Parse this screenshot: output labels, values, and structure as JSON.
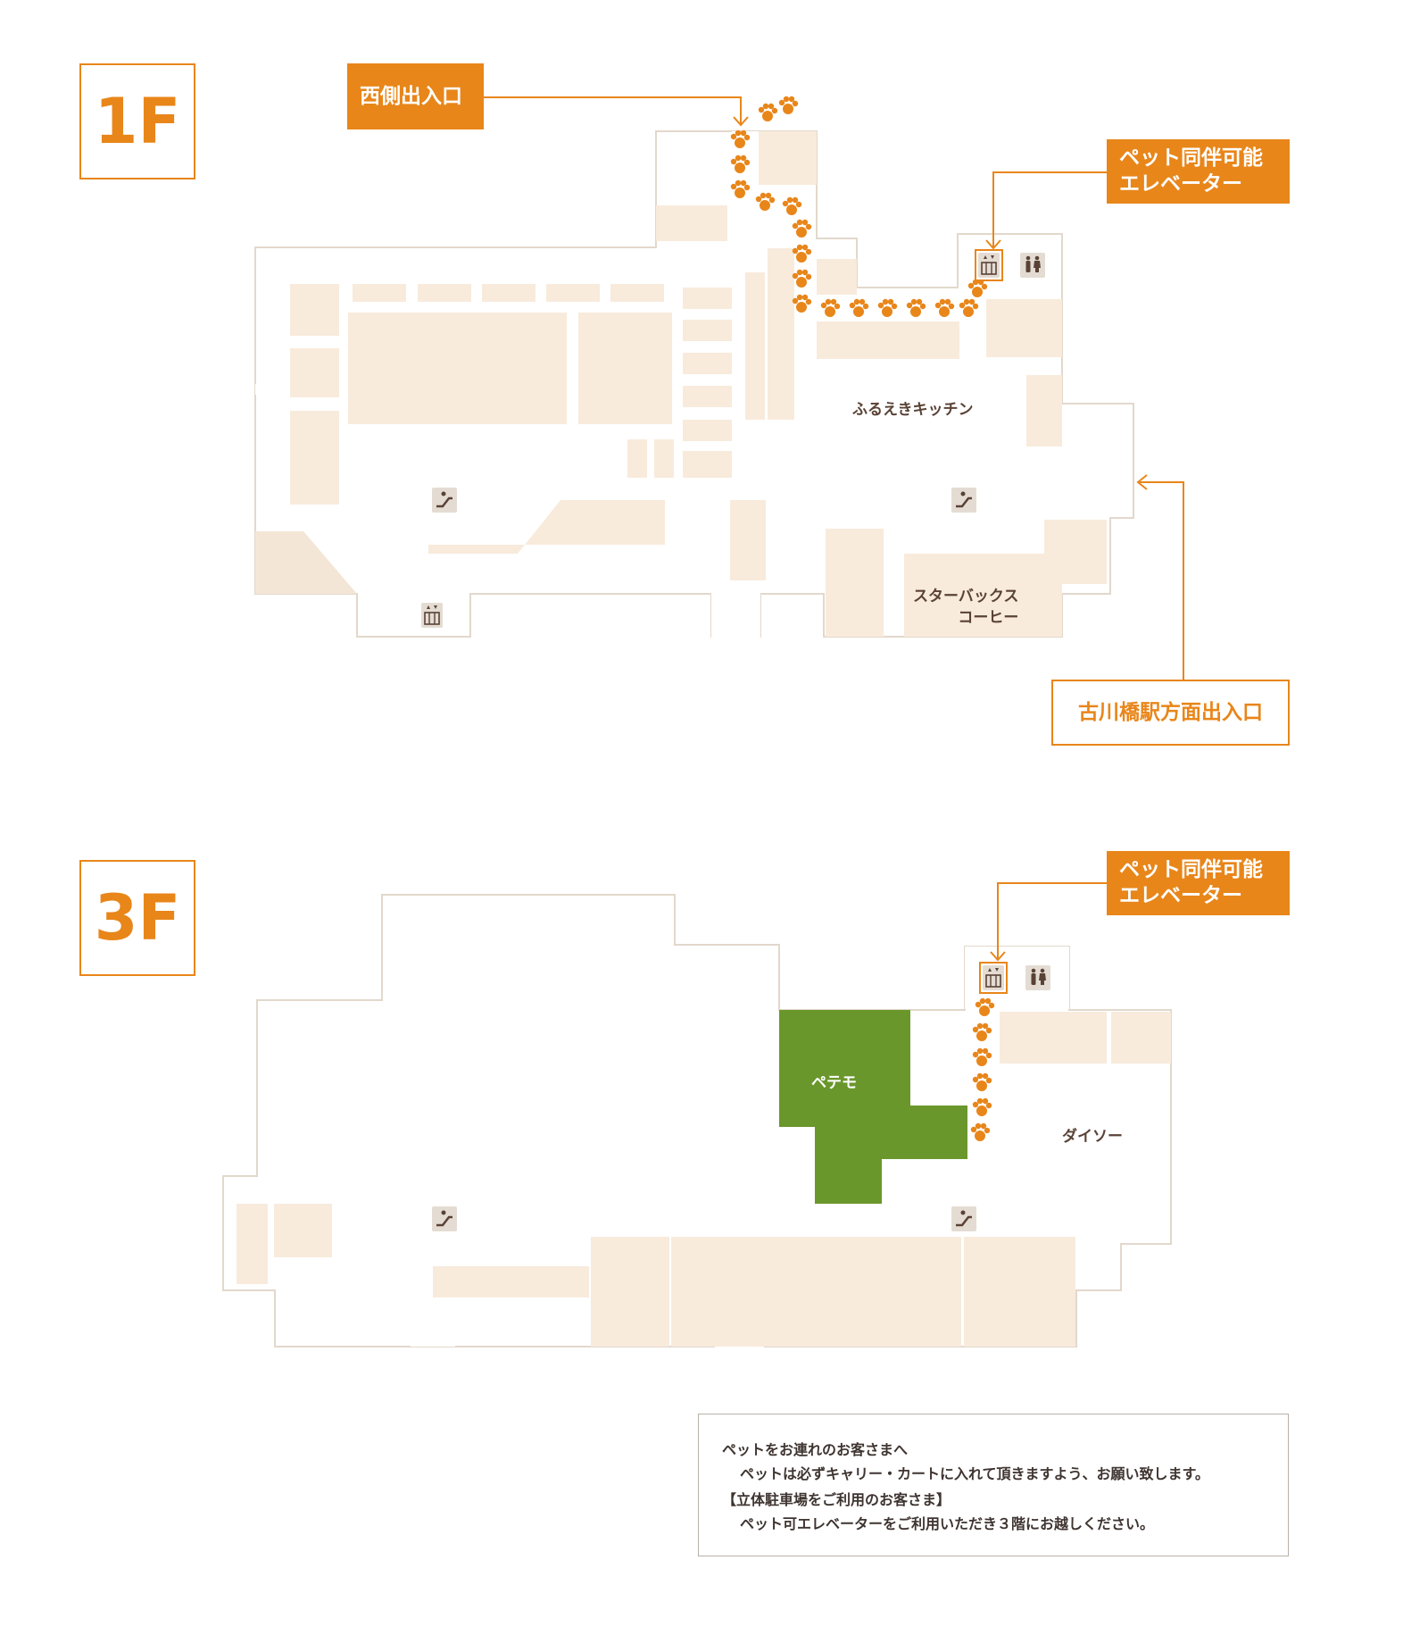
{
  "floor_1": {
    "badge": "1F",
    "west_entrance": "西側出入口",
    "pet_elevator_line1": "ペット同伴可能",
    "pet_elevator_line2": "エレベーター",
    "kitchen": "ふるえきキッチン",
    "starbucks_line1": "スターバックス",
    "starbucks_line2": "コーヒー",
    "station_entrance": "古川橋駅方面出入口"
  },
  "floor_3": {
    "badge": "3F",
    "pet_elevator_line1": "ペット同伴可能",
    "pet_elevator_line2": "エレベーター",
    "petemo": "ペテモ",
    "daiso": "ダイソー"
  },
  "notice": {
    "heading1": "ペットをお連れのお客さまへ",
    "body1": "ペットは必ずキャリー・カートに入れて頂きますよう、お願い致します。",
    "heading2": "【立体駐車場をご利用のお客さま】",
    "body2": "ペット可エレベーターをご利用いただき３階にお越しください。"
  },
  "icons": [
    "elevator-icon",
    "restroom-icon",
    "escalator-icon",
    "paw-print-icon"
  ],
  "colors": {
    "accent": "#e8861a",
    "room": "#fbf2e7",
    "petemo": "#6a972b",
    "text": "#5a4236"
  }
}
